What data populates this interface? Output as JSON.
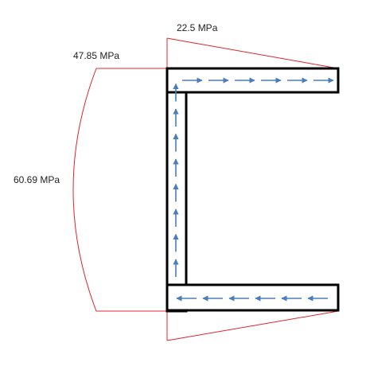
{
  "labels": {
    "top_flange_stress": "22.5 MPa",
    "web_top_stress": "47.85 MPa",
    "web_max_stress": "60.69 MPa"
  },
  "colors": {
    "distribution_line": "#e0242c",
    "section_outline": "#000000",
    "flow_arrow": "#4a7ebb"
  },
  "diagram": {
    "type": "channel-section-shear-flow",
    "top_flange_arrows": {
      "count": 6,
      "direction": "right"
    },
    "web_arrows": {
      "count": 8,
      "direction": "up"
    },
    "bottom_flange_arrows": {
      "count": 6,
      "direction": "left"
    }
  }
}
